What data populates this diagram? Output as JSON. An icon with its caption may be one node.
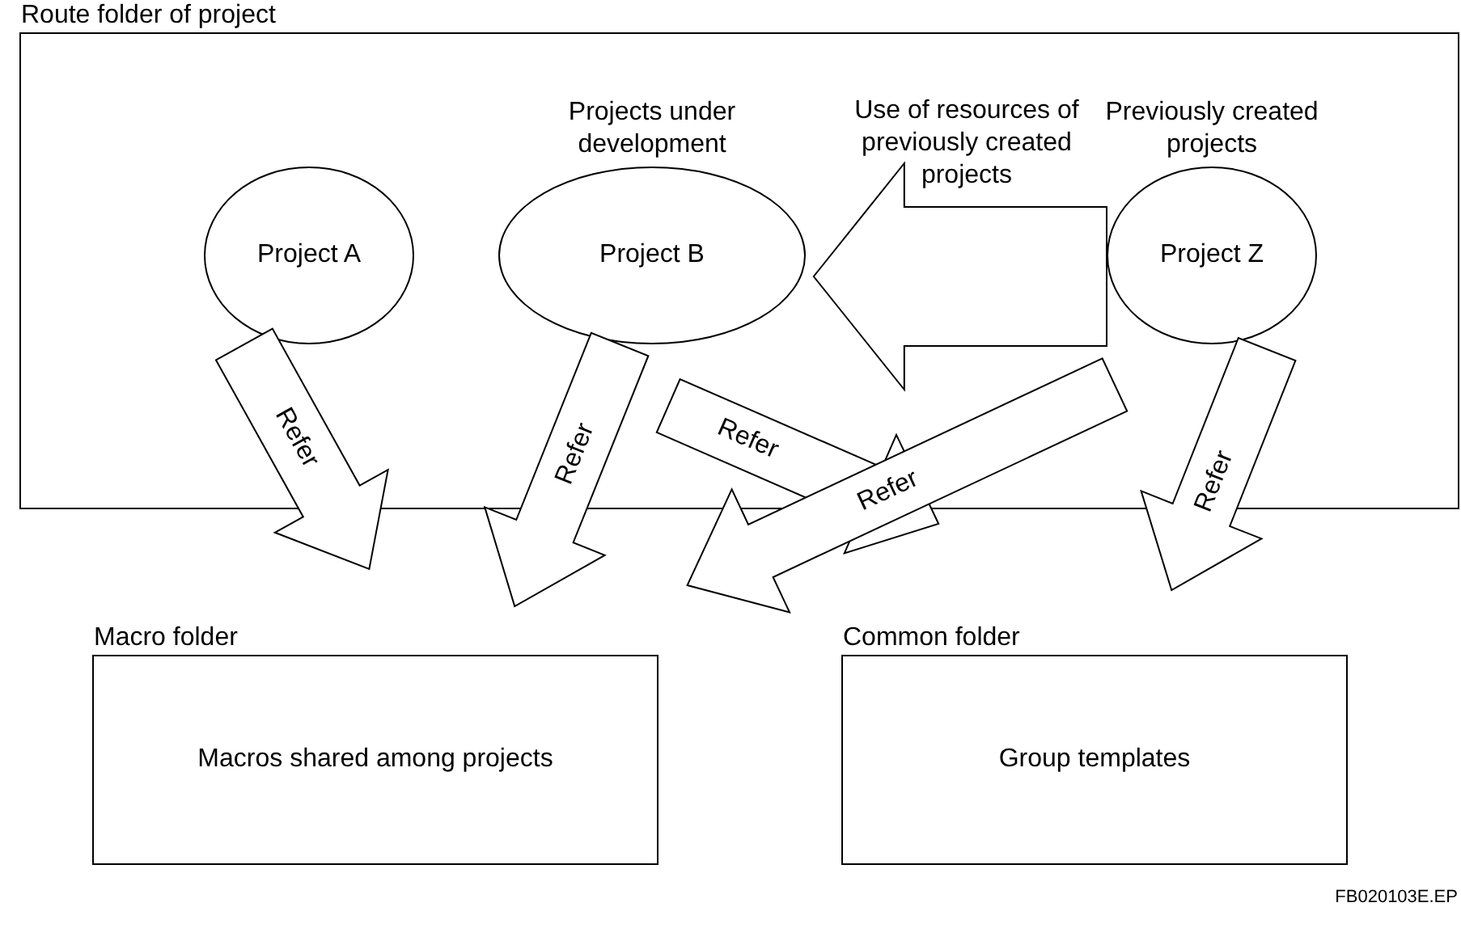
{
  "diagram": {
    "nodes": [
      {
        "text": [
          "Route folder of project"
        ]
      },
      {
        "text": [
          "Project A"
        ],
        "in": 0
      },
      {
        "text": [
          "Project B"
        ],
        "in": 0,
        "beside": [
          "Projects under development"
        ]
      },
      {
        "text": [
          "Project Z"
        ],
        "in": 0,
        "beside": [
          "Previously created projects"
        ]
      },
      {
        "text": [
          "Macro folder",
          "Macros shared among projects"
        ]
      },
      {
        "text": [
          "Common folder",
          "Group templates"
        ]
      }
    ],
    "edges": [
      {
        "from": 3,
        "to": 2,
        "arrow": "to",
        "label": "Use of resources of previously created projects"
      },
      {
        "from": 1,
        "to": 4,
        "arrow": "to",
        "label": "Refer"
      },
      {
        "from": 2,
        "to": 4,
        "arrow": "to",
        "label": "Refer"
      },
      {
        "from": 2,
        "to": 5,
        "arrow": "to",
        "label": "Refer"
      },
      {
        "from": 3,
        "to": 4,
        "arrow": "to",
        "label": "Refer"
      },
      {
        "from": 3,
        "to": 5,
        "arrow": "to",
        "label": "Refer"
      }
    ],
    "labels": [
      "FB020103E.EP"
    ]
  }
}
